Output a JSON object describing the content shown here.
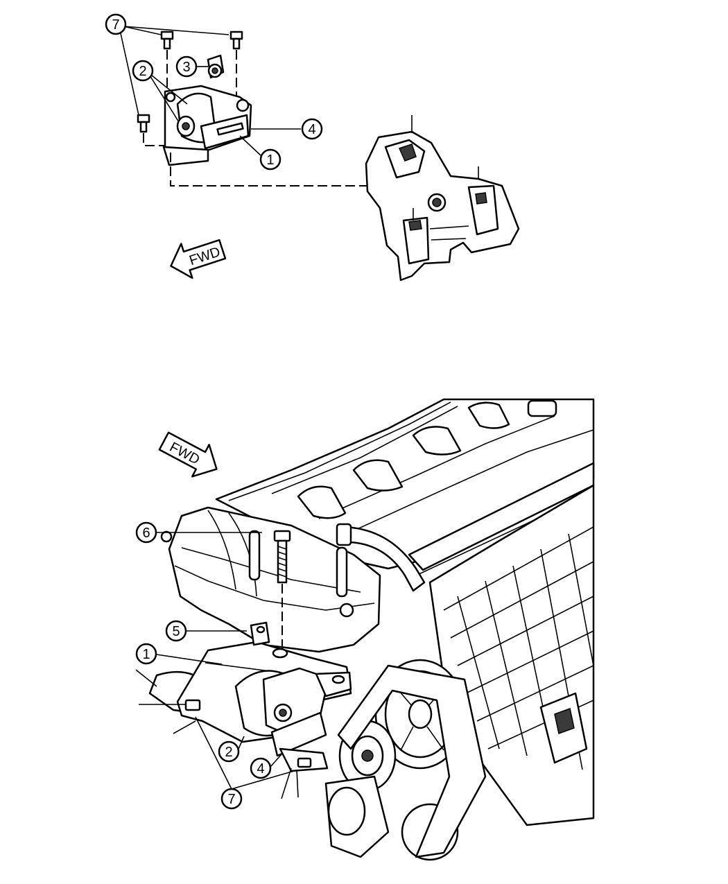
{
  "colors": {
    "line": "#000000",
    "background": "#ffffff",
    "shade": "#3a3a3a"
  },
  "top_view": {
    "direction_arrow": {
      "label": "FWD",
      "icon": "fwd-arrow-icon"
    },
    "callouts": [
      "7",
      "3",
      "2",
      "4",
      "1"
    ]
  },
  "bottom_view": {
    "direction_arrow": {
      "label": "FWD",
      "icon": "fwd-arrow-icon"
    },
    "callouts": [
      "6",
      "5",
      "1",
      "2",
      "4",
      "7"
    ]
  }
}
